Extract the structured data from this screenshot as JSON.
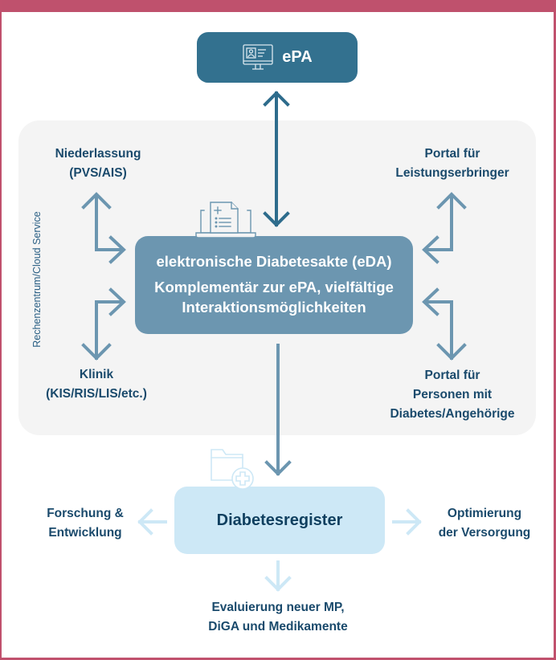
{
  "colors": {
    "frame": "#bf516d",
    "epa_box": "#33718f",
    "eda_box": "#6c96b0",
    "register_box": "#cde8f6",
    "cloud_area": "#f4f4f4",
    "text_dark": "#1a4a6c"
  },
  "epa": {
    "label": "ePA",
    "icon": "computer-profile-icon"
  },
  "cloud_label": "Rechenzentrum/Cloud Service",
  "eda": {
    "title": "elektronische Diabetesakte (eDA)",
    "subtitle_line1": "Komplementär zur ePA, vielfältige",
    "subtitle_line2": "Interaktionsmöglichkeiten",
    "icon": "laptop-document-icon"
  },
  "nodes": {
    "niederlassung": {
      "line1": "Niederlassung",
      "line2": "(PVS/AIS)"
    },
    "klinik": {
      "line1": "Klinik",
      "line2": "(KIS/RIS/LIS/etc.)"
    },
    "portal_leistung": {
      "line1": "Portal für",
      "line2": "Leistungserbringer"
    },
    "portal_personen": {
      "line1": "Portal für",
      "line2": "Personen mit",
      "line3": "Diabetes/Angehörige"
    }
  },
  "register": {
    "label": "Diabetesregister",
    "icon": "medical-folder-icon"
  },
  "outputs": {
    "forschung": {
      "line1": "Forschung &",
      "line2": "Entwicklung"
    },
    "optimierung": {
      "line1": "Optimierung",
      "line2": "der Versorgung"
    },
    "evaluierung": {
      "line1": "Evaluierung neuer MP,",
      "line2": "DiGA und Medikamente"
    }
  }
}
